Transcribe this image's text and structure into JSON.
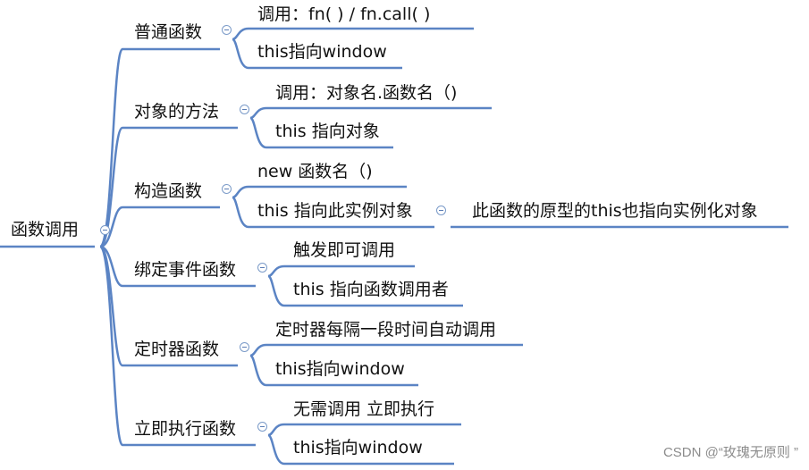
{
  "root": "函数调用",
  "branches": [
    {
      "label": "普通函数",
      "children": [
        "调用：fn( )    /   fn.call( )",
        "this指向window"
      ]
    },
    {
      "label": "对象的方法",
      "children": [
        "调用：对象名.函数名（)",
        "this 指向对象"
      ]
    },
    {
      "label": "构造函数",
      "children": [
        "new  函数名（)",
        "this 指向此实例对象"
      ]
    },
    {
      "label": "绑定事件函数",
      "children": [
        "触发即可调用",
        "this 指向函数调用者"
      ]
    },
    {
      "label": "定时器函数",
      "children": [
        "定时器每隔一段时间自动调用",
        "this指向window"
      ]
    },
    {
      "label": "立即执行函数",
      "children": [
        "无需调用  立即执行",
        "this指向window"
      ]
    }
  ],
  "extra_note": "此函数的原型的this也指向实例化对象",
  "watermark": "CSDN @“玫瑰无原则 ”",
  "colors": {
    "line": "#5b84c4",
    "toggle": "#7a9ac8",
    "watermark": "#8c8c8c"
  }
}
